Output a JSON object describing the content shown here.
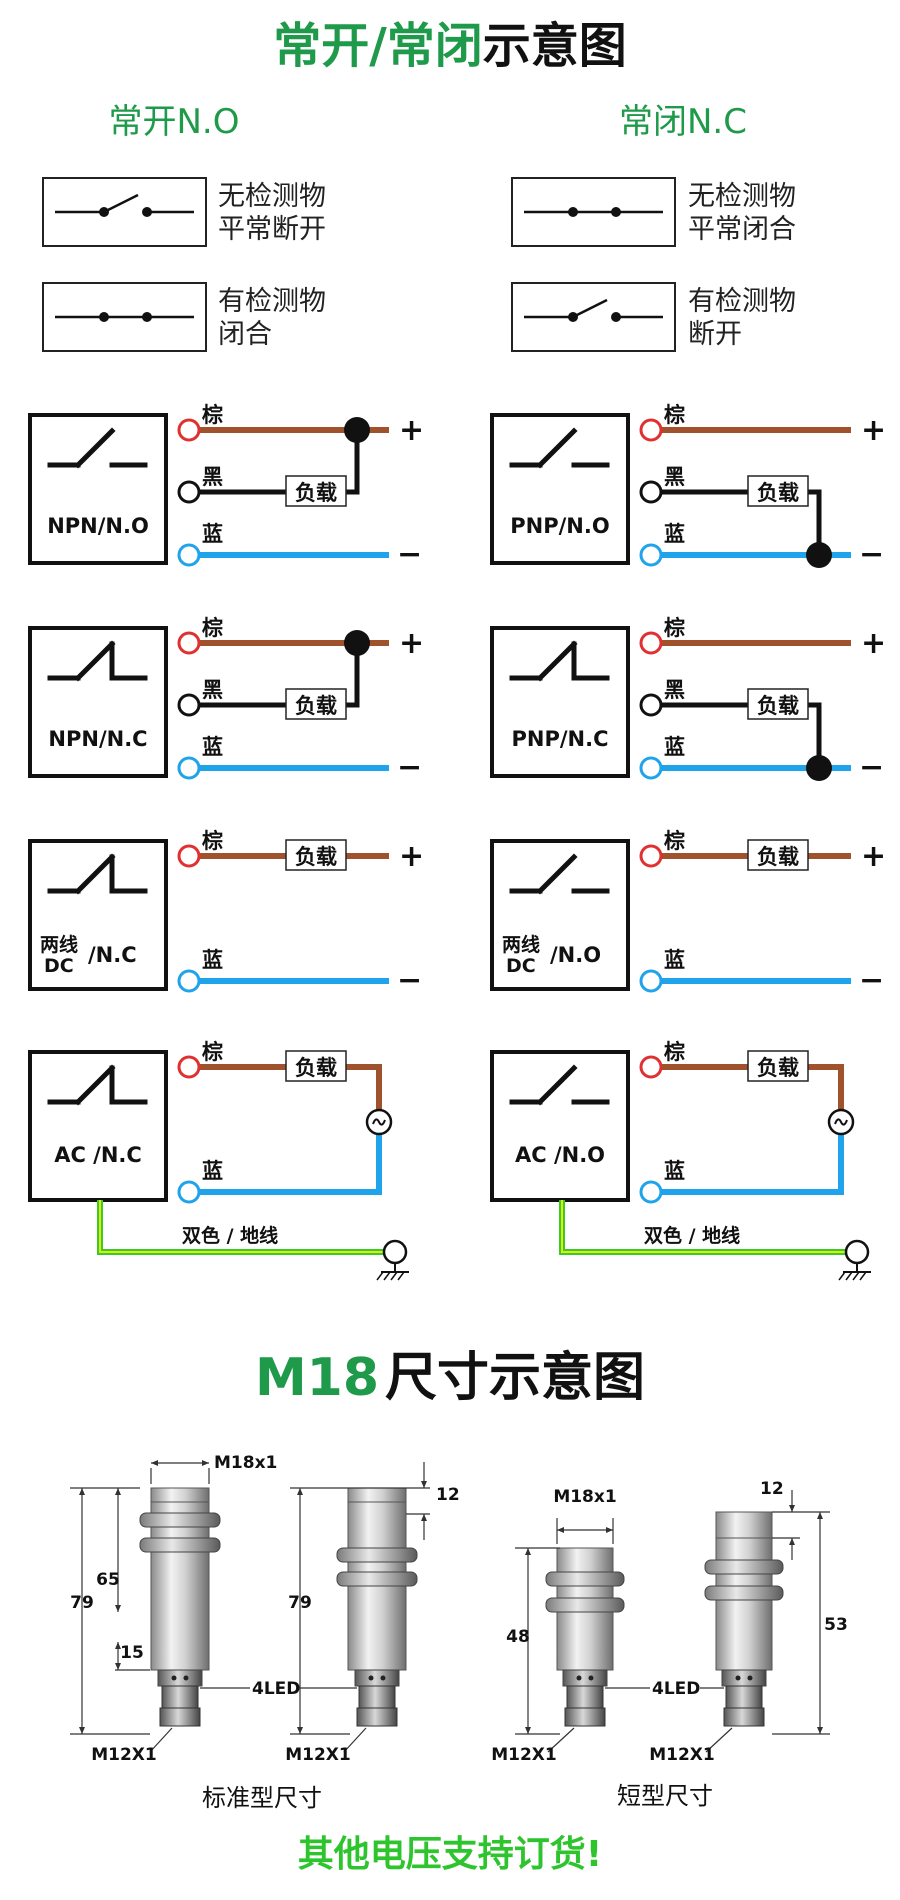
{
  "header": {
    "title_green": "常开/常闭",
    "title_black": "示意图"
  },
  "no_nc": {
    "no_title": "常开N.O",
    "nc_title": "常闭N.C",
    "no_row1": [
      "无检测物",
      "平常断开"
    ],
    "no_row2": [
      "有检测物",
      "闭合"
    ],
    "nc_row1": [
      "无检测物",
      "平常闭合"
    ],
    "nc_row2": [
      "有检测物",
      "断开"
    ]
  },
  "wiring": {
    "brown": "棕",
    "black": "黑",
    "blue": "蓝",
    "load": "负载",
    "plus": "+",
    "minus": "−",
    "two_wire": "两线",
    "dc": "DC",
    "ground": "双色 / 地线",
    "labels": {
      "npn_no": "NPN/N.O",
      "pnp_no": "PNP/N.O",
      "npn_nc": "NPN/N.C",
      "pnp_nc": "PNP/N.C",
      "nc": "/N.C",
      "no": "/N.O",
      "ac_nc": "AC /N.C",
      "ac_no": "AC /N.O"
    }
  },
  "dimensions": {
    "title_green": "M18",
    "title_black": "尺寸示意图",
    "thread": "M18x1",
    "connector": "M12X1",
    "led": "4LED",
    "std": {
      "d79": "79",
      "d65": "65",
      "d15": "15",
      "d12": "12",
      "caption": "标准型尺寸"
    },
    "short": {
      "d48": "48",
      "d53": "53",
      "d12": "12",
      "caption": "短型尺寸"
    }
  },
  "footer": {
    "note": "其他电压支持订货!"
  },
  "colors": {
    "green": "#1e9a4a",
    "bright_green": "#2ec42e",
    "brown": "#a0522d",
    "blue": "#1fa3ea",
    "red": "#e03030",
    "ground_yellow": "#e8e800",
    "ground_green": "#33cc33"
  }
}
